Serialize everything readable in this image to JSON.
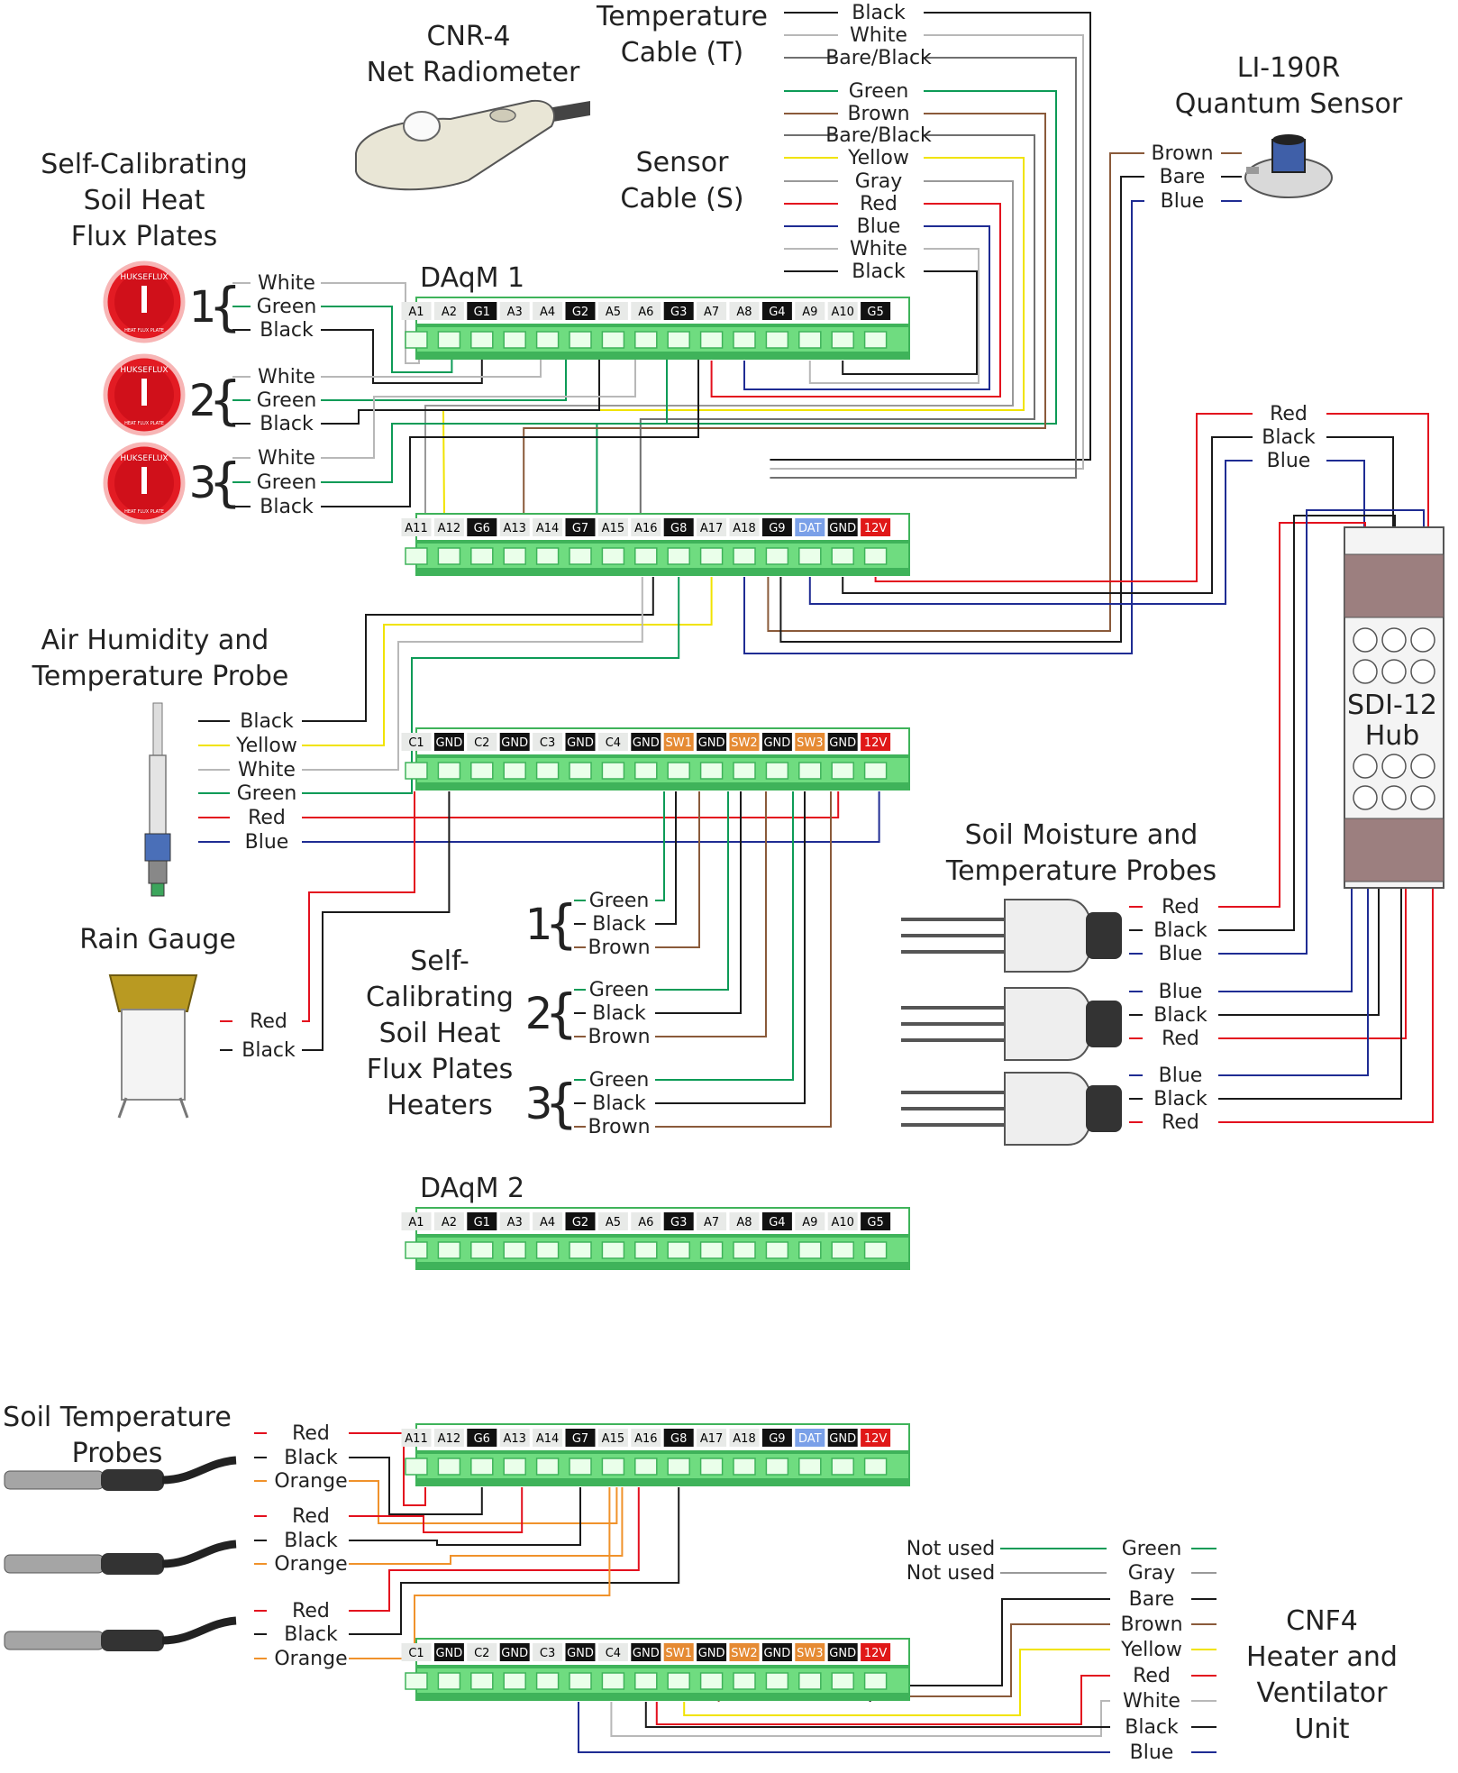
{
  "colors": {
    "Black": "#1a1a1a",
    "White": "#b8b8b8",
    "Bare/Black": "#707070",
    "Bare": "#1a1a1a",
    "Green": "#0d9b57",
    "Brown": "#8a5a3a",
    "Yellow": "#f1e300",
    "Gray": "#999999",
    "Red": "#e3101e",
    "Blue": "#1f2c93",
    "Orange": "#f0922b",
    "terminal_green": "#6fdc80",
    "terminal_dark": "#3fb35a",
    "pin_white": "#e8eae8",
    "pin_black": "#111111",
    "pin_blue": "#7aa0e8",
    "pin_orange": "#e58a33",
    "pin_red": "#e01818"
  },
  "headers": {
    "daqm1_top": [
      "A1",
      "A2",
      "G1",
      "A3",
      "A4",
      "G2",
      "A5",
      "A6",
      "G3",
      "A7",
      "A8",
      "G4",
      "A9",
      "A10",
      "G5"
    ],
    "daqm1_mid": [
      "A11",
      "A12",
      "G6",
      "A13",
      "A14",
      "G7",
      "A15",
      "A16",
      "G8",
      "A17",
      "A18",
      "G9",
      "DAT",
      "GND",
      "12V"
    ],
    "daqm1_low": [
      "C1",
      "GND",
      "C2",
      "GND",
      "C3",
      "GND",
      "C4",
      "GND",
      "SW1",
      "GND",
      "SW2",
      "GND",
      "SW3",
      "GND",
      "12V"
    ],
    "daqm2_top": [
      "A1",
      "A2",
      "G1",
      "A3",
      "A4",
      "G2",
      "A5",
      "A6",
      "G3",
      "A7",
      "A8",
      "G4",
      "A9",
      "A10",
      "G5"
    ],
    "daqm2_mid": [
      "A11",
      "A12",
      "G6",
      "A13",
      "A14",
      "G7",
      "A15",
      "A16",
      "G8",
      "A17",
      "A18",
      "G9",
      "DAT",
      "GND",
      "12V"
    ],
    "daqm2_low": [
      "C1",
      "GND",
      "C2",
      "GND",
      "C3",
      "GND",
      "C4",
      "GND",
      "SW1",
      "GND",
      "SW2",
      "GND",
      "SW3",
      "GND",
      "12V"
    ]
  },
  "titles": {
    "daqm1": "DAqM 1",
    "daqm2": "DAqM 2",
    "cnr4_line1": "CNR-4",
    "cnr4_line2": "Net Radiometer",
    "temp_cable_line1": "Temperature",
    "temp_cable_line2": "Cable (T)",
    "sensor_cable_line1": "Sensor",
    "sensor_cable_line2": "Cable (S)",
    "li190_line1": "LI-190R",
    "li190_line2": "Quantum Sensor",
    "shf_line1": "Self-Calibrating",
    "shf_line2": "Soil Heat",
    "shf_line3": "Flux Plates",
    "air_line1": "Air Humidity and",
    "air_line2": "Temperature Probe",
    "rain": "Rain Gauge",
    "heaters_line1": "Self-",
    "heaters_line2": "Calibrating",
    "heaters_line3": "Soil Heat",
    "heaters_line4": "Flux Plates",
    "heaters_line5": "Heaters",
    "soilmoist_line1": "Soil Moisture and",
    "soilmoist_line2": "Temperature Probes",
    "sdi_line1": "SDI-12",
    "sdi_line2": "Hub",
    "soiltemp_line1": "Soil Temperature",
    "soiltemp_line2": "Probes",
    "cnf4_line1": "CNF4",
    "cnf4_line2": "Heater and",
    "cnf4_line3": "Ventilator",
    "cnf4_line4": "Unit"
  },
  "numbers": {
    "one": "1",
    "two": "2",
    "three": "3",
    "brace": "{"
  },
  "temp_cable_wires": [
    "Black",
    "White",
    "Bare/Black"
  ],
  "sensor_cable_wires": [
    "Green",
    "Brown",
    "Bare/Black",
    "Yellow",
    "Gray",
    "Red",
    "Blue",
    "White",
    "Black"
  ],
  "li190_wires": [
    "Brown",
    "Bare",
    "Blue"
  ],
  "shf_plate_wires": [
    "White",
    "Green",
    "Black"
  ],
  "air_probe_wires": [
    "Black",
    "Yellow",
    "White",
    "Green",
    "Red",
    "Blue"
  ],
  "rain_wires": [
    "Red",
    "Black"
  ],
  "heater_wires": [
    "Green",
    "Black",
    "Brown"
  ],
  "sdi_hub_wires": [
    "Red",
    "Black",
    "Blue"
  ],
  "soil_moisture_probe_wires": [
    [
      "Red",
      "Black",
      "Blue"
    ],
    [
      "Blue",
      "Black",
      "Red"
    ],
    [
      "Blue",
      "Black",
      "Red"
    ]
  ],
  "soil_temp_probe_wires": [
    "Red",
    "Black",
    "Orange"
  ],
  "cnf4_not_used": [
    "Not used",
    "Not used"
  ],
  "cnf4_wires": [
    "Green",
    "Gray",
    "Bare",
    "Brown",
    "Yellow",
    "Red",
    "White",
    "Black",
    "Blue"
  ],
  "plate_logo": "HUKSEFLUX",
  "plate_caption": "HEAT FLUX PLATE"
}
